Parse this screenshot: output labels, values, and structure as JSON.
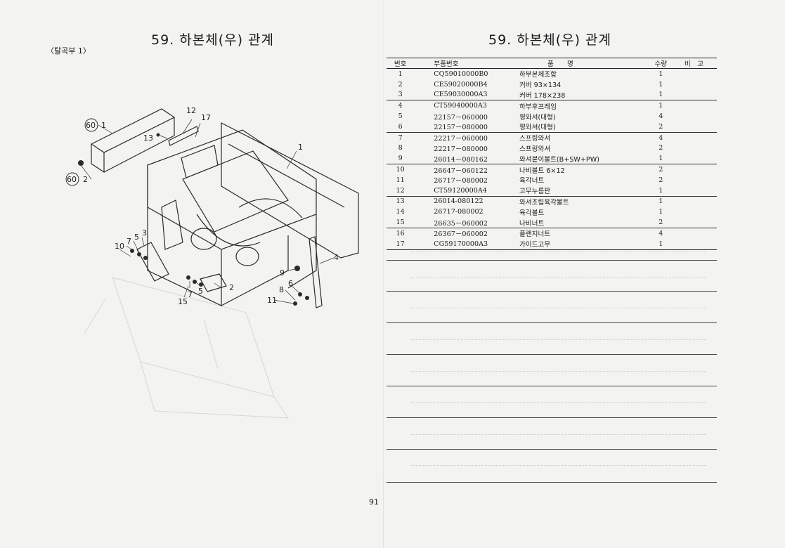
{
  "left_page": {
    "title": "59. 하본체(우) 관계",
    "subtitle": "〈탈곡부 1〉",
    "callouts": [
      "60",
      "1",
      "60",
      "2",
      "12",
      "17",
      "13",
      "1",
      "7",
      "5",
      "3",
      "10",
      "9",
      "4",
      "6",
      "8",
      "11",
      "7",
      "5",
      "2",
      "15"
    ]
  },
  "right_page": {
    "title": "59. 하본체(우) 관계",
    "table": {
      "headers": [
        "번호",
        "부품번호",
        "품　　명",
        "수량",
        "비　고"
      ],
      "rows": [
        {
          "no": "1",
          "part": "CQ59010000B0",
          "name": "하부본체조합",
          "qty": "1"
        },
        {
          "no": "2",
          "part": "CE59020000B4",
          "name": "커버 93×134",
          "qty": "1"
        },
        {
          "no": "3",
          "part": "CE59030000A3",
          "name": "커버 178×238",
          "qty": "1"
        },
        {
          "no": "4",
          "part": "CT59040000A3",
          "name": "하부후프레임",
          "qty": "1"
        },
        {
          "no": "5",
          "part": "22157－060000",
          "name": "평와셔(대형)",
          "qty": "4"
        },
        {
          "no": "6",
          "part": "22157－080000",
          "name": "평와셔(대형)",
          "qty": "2"
        },
        {
          "no": "7",
          "part": "22217－060000",
          "name": "스프링와셔",
          "qty": "4"
        },
        {
          "no": "8",
          "part": "22217－080000",
          "name": "스프링와셔",
          "qty": "2"
        },
        {
          "no": "9",
          "part": "26014－080162",
          "name": "와셔붙이볼트(B+SW+PW)",
          "qty": "1"
        },
        {
          "no": "10",
          "part": "26647－060122",
          "name": "나비볼트 6×12",
          "qty": "2"
        },
        {
          "no": "11",
          "part": "26717－080002",
          "name": "육각너트",
          "qty": "2"
        },
        {
          "no": "12",
          "part": "CT59120000A4",
          "name": "고무누름판",
          "qty": "1"
        },
        {
          "no": "13",
          "part": "26014-080122",
          "name": "와셔조립육각볼트",
          "qty": "1"
        },
        {
          "no": "14",
          "part": "26717-080002",
          "name": "육각볼트",
          "qty": "1"
        },
        {
          "no": "15",
          "part": "26635－060002",
          "name": "나비너트",
          "qty": "2"
        },
        {
          "no": "16",
          "part": "26367－060002",
          "name": "플랜지너트",
          "qty": "4"
        },
        {
          "no": "17",
          "part": "CG59170000A3",
          "name": "가이드고무",
          "qty": "1"
        }
      ]
    }
  },
  "page_number": "91",
  "colors": {
    "paper": "#f3f3f1",
    "ink": "#1a1a1a"
  }
}
